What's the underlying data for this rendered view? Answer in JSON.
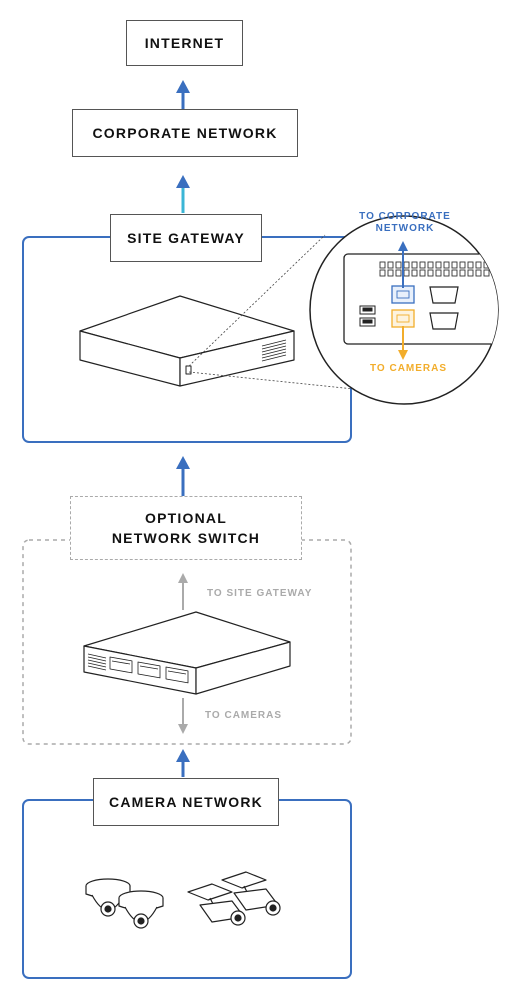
{
  "nodes": {
    "internet": "INTERNET",
    "corporate_network": "CORPORATE NETWORK",
    "site_gateway": "SITE GATEWAY",
    "optional_switch_line1": "OPTIONAL",
    "optional_switch_line2": "NETWORK SWITCH",
    "camera_network": "CAMERA NETWORK"
  },
  "annotations": {
    "to_corporate_line1": "TO CORPORATE",
    "to_corporate_line2": "NETWORK",
    "to_cameras_orange": "TO CAMERAS",
    "to_site_gateway": "TO SITE GATEWAY",
    "to_cameras_gray": "TO CAMERAS"
  },
  "colors": {
    "blue": "#3a6fbf",
    "cyan": "#3bb6d6",
    "orange": "#f2ad2b",
    "gray": "#aaaaaa"
  }
}
